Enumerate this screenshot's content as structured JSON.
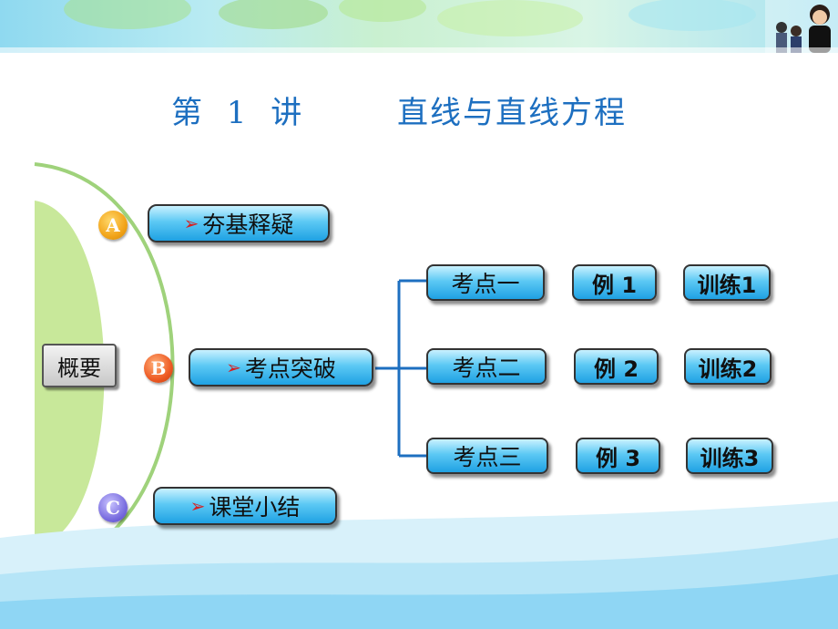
{
  "title": {
    "lecture": "第 1 讲",
    "topic": "直线与直线方程"
  },
  "overview_label": "概要",
  "sections": [
    {
      "badge": "A",
      "label": "夯基释疑",
      "color": "#f2a41a"
    },
    {
      "badge": "B",
      "label": "考点突破",
      "color": "#ee5a24"
    },
    {
      "badge": "C",
      "label": "课堂小结",
      "color": "#7b6fe0"
    }
  ],
  "exam_points": [
    {
      "point": "考点一",
      "example": "例 1",
      "training": "训练1"
    },
    {
      "point": "考点二",
      "example": "例 2",
      "training": "训练2"
    },
    {
      "point": "考点三",
      "example": "例 3",
      "training": "训练3"
    }
  ],
  "colors": {
    "title": "#1d6fc0",
    "pill": "#1fa1e3",
    "arrow": "#d81e1e",
    "disc": "#c8e89a",
    "arc": "#9fd27b"
  },
  "icons": {
    "pill_arrow": "arrow-right-icon"
  }
}
